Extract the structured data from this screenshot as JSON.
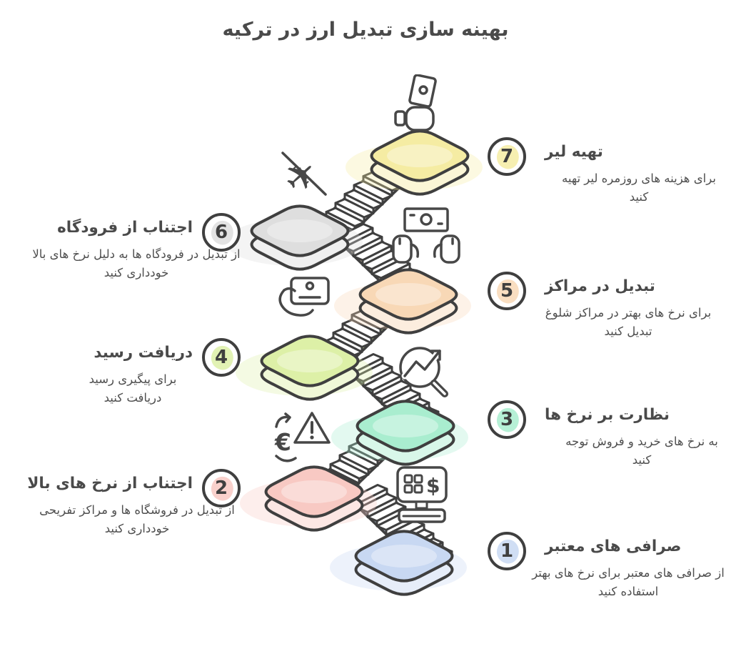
{
  "title": "بهینه سازی تبدیل ارز در ترکیه",
  "outline_color": "#3F3F3F",
  "title_color": "#4A4A4A",
  "description_color": "#4F4F4F",
  "steps": [
    {
      "number": "1",
      "side": "right",
      "title": "صرافی های معتبر",
      "description": "از صرافی های معتبر برای نرخ های بهتر استفاده کنید",
      "color": "#C8D8F2",
      "icon": "cash-register-icon"
    },
    {
      "number": "2",
      "side": "left",
      "title": "اجتناب از نرخ های بالا",
      "description": "از تبدیل در فروشگاه ها و مراکز تفریحی خودداری کنید",
      "color": "#F8C9C3",
      "icon": "euro-warning-icon"
    },
    {
      "number": "3",
      "side": "right",
      "title": "نظارت بر نرخ ها",
      "description": "به نرخ های خرید و فروش توجه کنید",
      "color": "#A9EDCF",
      "icon": "rates-magnifier-icon"
    },
    {
      "number": "4",
      "side": "left",
      "title": "دریافت رسید",
      "description": "برای پیگیری رسید دریافت کنید",
      "color": "#DDF0A7",
      "icon": "receipt-in-hand-icon"
    },
    {
      "number": "5",
      "side": "right",
      "title": "تبدیل در مراکز",
      "description": "برای نرخ های بهتر در مراکز شلوغ تبدیل کنید",
      "color": "#F8D8B6",
      "icon": "banknote-exchange-icon"
    },
    {
      "number": "6",
      "side": "left",
      "title": "اجتناب از فرودگاه",
      "description": "از تبدیل در فرودگاه ها به دلیل نرخ های بالا خودداری کنید",
      "color": "#DEDEDE",
      "icon": "no-airplane-icon"
    },
    {
      "number": "7",
      "side": "right",
      "title": "تهیه لیر",
      "description": "برای هزینه های روزمره لیر تهیه کنید",
      "color": "#F5ECA3",
      "icon": "lira-cash-in-hand-icon"
    }
  ]
}
